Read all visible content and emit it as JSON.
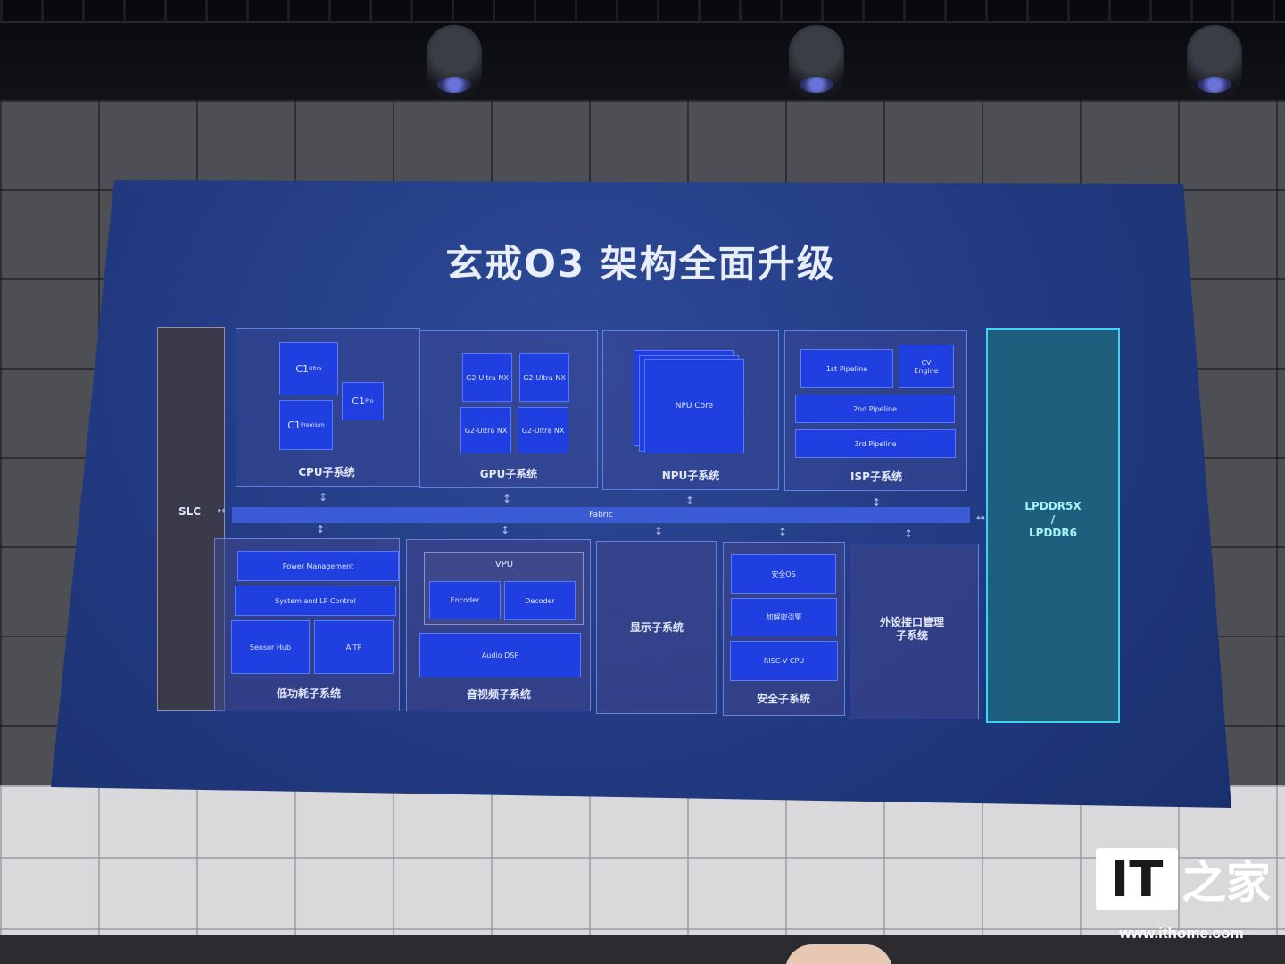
{
  "title": "玄戒O3 架构全面升级",
  "slc": "SLC",
  "fabric": "Fabric",
  "memory": {
    "line1": "LPDDR5X",
    "line2": "/",
    "line3": "LPDDR6"
  },
  "cpu": {
    "label": "CPU子系统",
    "cores": [
      {
        "name": "C1",
        "tier": "Ultra"
      },
      {
        "name": "C1",
        "tier": "Pro"
      },
      {
        "name": "C1",
        "tier": "Premium"
      }
    ]
  },
  "gpu": {
    "label": "GPU子系统",
    "cores": [
      "G2-Ultra NX",
      "G2-Ultra NX",
      "G2-Ultra NX",
      "G2-Ultra NX"
    ]
  },
  "npu": {
    "label": "NPU子系统",
    "core": "NPU Core"
  },
  "isp": {
    "label": "ISP子系统",
    "pipeline1": "1st Pipeline",
    "cv_line1": "CV",
    "cv_line2": "Engine",
    "pipeline2": "2nd Pipeline",
    "pipeline3": "3rd Pipeline"
  },
  "lowpower": {
    "label": "低功耗子系统",
    "power": "Power Management",
    "system": "System and LP Control",
    "sensor": "Sensor Hub",
    "aitp": "AITP"
  },
  "av": {
    "label": "音视频子系统",
    "vpu": "VPU",
    "encoder": "Encoder",
    "decoder": "Decoder",
    "audio": "Audio DSP"
  },
  "display": {
    "label": "显示子系统"
  },
  "security": {
    "label": "安全子系统",
    "os": "安全OS",
    "crypto": "加解密引擎",
    "riscv": "RISC-V CPU"
  },
  "peripheral": {
    "line1": "外设接口管理",
    "line2": "子系统"
  },
  "watermark": {
    "brand": "IT",
    "home": "之家",
    "url": "www.ithome.com"
  },
  "colors": {
    "screen": "#223a82",
    "chip": "#1f3fe0",
    "memory_border": "#3ed3f0",
    "fabric": "#3a5bd4"
  }
}
